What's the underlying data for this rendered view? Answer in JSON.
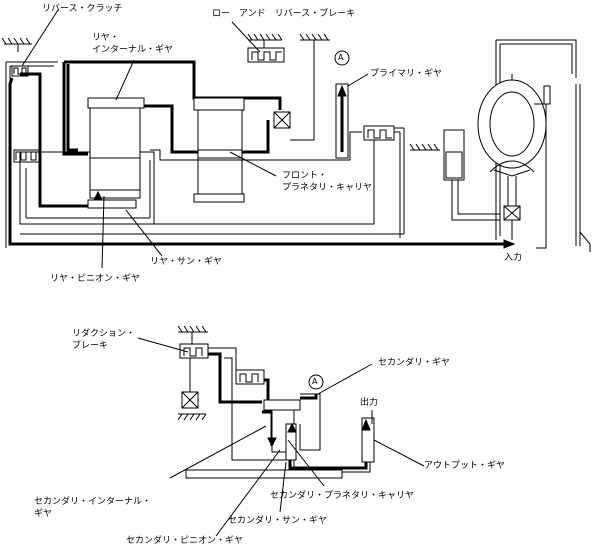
{
  "labels": {
    "reverse_clutch": "リバース・クラッチ",
    "low_reverse_brake": "ロー　アンド　リバース・ブレーキ",
    "rear_internal_gear": "リヤ・\nインターナル・ギヤ",
    "primary_gear": "プライマリ・ギヤ",
    "marker_a_top": "A",
    "front_planetary_carrier": "フロント・\nプラネタリ・キャリヤ",
    "rear_sun_gear": "リヤ・サン・ギヤ",
    "rear_pinion_gear": "リヤ・ピニオン・ギヤ",
    "input": "入力",
    "reduction_brake": "リダクション・\nブレーキ",
    "secondary_gear": "セカンダリ・ギヤ",
    "marker_a_bottom": "A",
    "output": "出力",
    "output_gear": "アウトプット・ギヤ",
    "secondary_internal_gear": "セカンダリ・インターナル・\nギヤ",
    "secondary_planetary_carrier": "セカンダリ・プラネタリ・キャリヤ",
    "secondary_sun_gear": "セカンダリ・サン・ギヤ",
    "secondary_pinion_gear": "セカンダリ・ピニオン・ギヤ"
  }
}
